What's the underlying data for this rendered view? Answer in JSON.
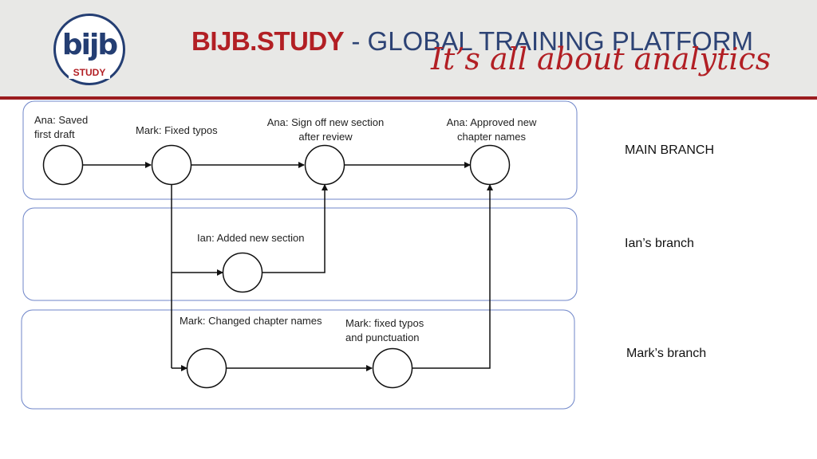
{
  "header": {
    "logo_letters": "bijb",
    "logo_band": "STUDY",
    "title_brand": "BIJB.STUDY",
    "title_sep": " - ",
    "title_rest": "GLOBAL TRAINING PLATFORM",
    "tagline": "It’s all about analytics"
  },
  "branches": {
    "main": "MAIN BRANCH",
    "ian": "Ian’s branch",
    "mark": "Mark’s branch"
  },
  "commits": {
    "c1": {
      "line1": "Ana: Saved",
      "line2": "first draft"
    },
    "c2": {
      "line1": "Mark: Fixed typos"
    },
    "c3": {
      "line1": "Ana: Sign off new section",
      "line2": "after review"
    },
    "c4": {
      "line1": "Ana: Approved new",
      "line2": "chapter names"
    },
    "c5": {
      "line1": "Ian: Added new section"
    },
    "c6": {
      "line1": "Mark: Changed chapter names"
    },
    "c7": {
      "line1": "Mark: fixed typos",
      "line2": "and punctuation"
    }
  },
  "colors": {
    "brand_red": "#b21f24",
    "brand_navy": "#2d4375",
    "lane_border": "#6f86c9"
  }
}
